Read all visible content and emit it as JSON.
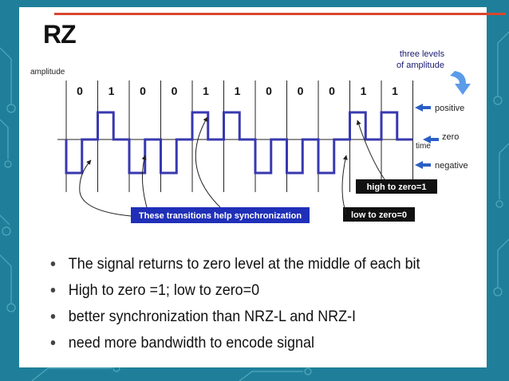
{
  "slide": {
    "title": "RZ",
    "diagram": {
      "bits": [
        "0",
        "1",
        "0",
        "0",
        "1",
        "1",
        "0",
        "0",
        "0",
        "1",
        "1"
      ],
      "amplitude_label": "amplitude",
      "time_label": "time",
      "levels_note": [
        "three levels",
        "of amplitude"
      ],
      "level_labels": {
        "positive": "positive",
        "zero": "zero",
        "negative": "negative"
      },
      "callouts": {
        "sync": "These transitions help synchronization",
        "high_to_zero": "high to zero=1",
        "low_to_zero": "low to zero=0"
      }
    },
    "bullets": [
      "The signal returns to zero level at the middle of each bit",
      "High to zero =1; low to zero=0",
      "better synchronization than NRZ-L and NRZ-I",
      "need more bandwidth to encode signal"
    ],
    "colors": {
      "signal": "#3838b0",
      "callout_box": "#1f2fb8",
      "arrow_blue": "#2a5fc7",
      "accent_rule": "#d9472f",
      "frame_teal": "#1f7f9a"
    }
  }
}
